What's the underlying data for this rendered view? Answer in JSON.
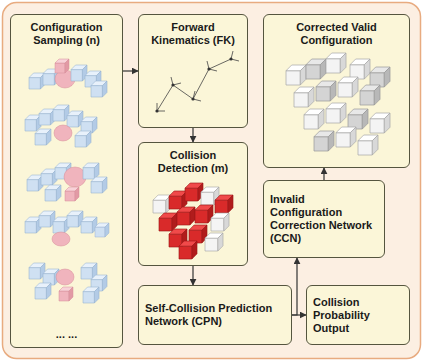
{
  "diagram": {
    "nodes": [
      {
        "text": [
          "Configuration Sampling (n)",
          "... ..."
        ]
      },
      {
        "text": [
          "Forward Kinematics (FK)"
        ]
      },
      {
        "text": [
          "Corrected Valid Configuration"
        ]
      },
      {
        "text": [
          "Collision Detection (m)"
        ]
      },
      {
        "text": [
          "Invalid Configuration Correction Network (CCN)"
        ]
      },
      {
        "text": [
          "Self-Collision Prediction Network (CPN)"
        ]
      },
      {
        "text": [
          "Collision Probability Output"
        ]
      }
    ],
    "edges": [
      {
        "from": 0,
        "to": 1,
        "arrow": "to"
      },
      {
        "from": 1,
        "to": 3,
        "arrow": "to"
      },
      {
        "from": 3,
        "to": 5,
        "arrow": "to"
      },
      {
        "from": 5,
        "to": 6,
        "arrow": "to"
      },
      {
        "from": 5,
        "to": 4,
        "arrow": "to"
      },
      {
        "from": 4,
        "to": 2,
        "arrow": "to"
      }
    ]
  }
}
